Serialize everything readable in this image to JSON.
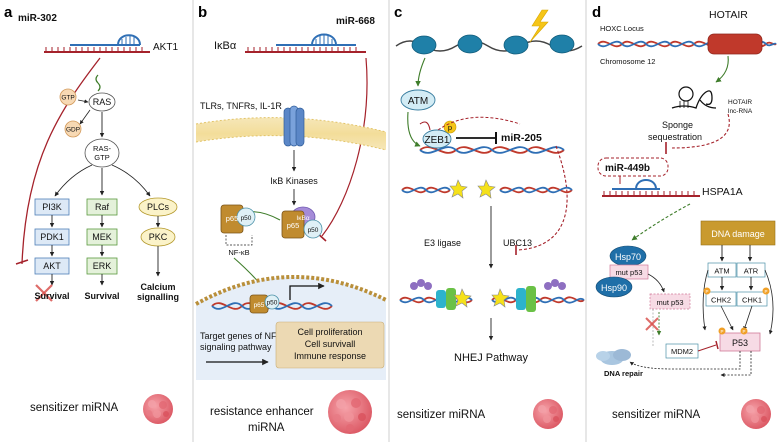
{
  "colors": {
    "dna_red": "#c0392b",
    "dna_blue": "#2f6fb5",
    "inhibit_red": "#a5222b",
    "activate_green": "#3f7d2b",
    "tumor_pink": "#e7707a",
    "hotair_red": "#c0392b",
    "dna_damage_gold": "#c99a2e"
  },
  "panels": [
    {
      "letter": "a",
      "footer": "sensitizer miRNA"
    },
    {
      "letter": "b",
      "footer_line1": "resistance enhancer",
      "footer_line2": "miRNA"
    },
    {
      "letter": "c",
      "footer": "sensitizer miRNA"
    },
    {
      "letter": "d",
      "footer": "sensitizer miRNA"
    }
  ],
  "panel_a": {
    "mirna": "miR-302",
    "target": "AKT1",
    "gtp": "GTP",
    "gdp": "GDP",
    "ras": "RAS",
    "ras_gtp_line1": "RAS-",
    "ras_gtp_line2": "GTP",
    "pi3k": "PI3K",
    "raf": "Raf",
    "plcs": "PLCs",
    "pdk1": "PDK1",
    "mek": "MEK",
    "pkc": "PKC",
    "akt": "AKT",
    "erk": "ERK",
    "survival_left": "Survival",
    "survival_mid": "Survival",
    "calcium_line1": "Calcium",
    "calcium_line2": "signalling"
  },
  "panel_b": {
    "ikba": "IκBα",
    "mirna": "miR-668",
    "receptors": "TLRs, TNFRs, IL-1R",
    "ikb_kinases": "IκB Kinases",
    "ikba_small": "IκBα",
    "p65": "p65",
    "p50": "p50",
    "nfkb": "NF-κB",
    "target_genes_line1": "Target genes of NF-κB",
    "target_genes_line2": "signaling pathway",
    "outcome_line1": "Cell proliferation",
    "outcome_line2": "Cell survivall",
    "outcome_line3": "Immune response"
  },
  "panel_c": {
    "atm": "ATM",
    "p": "p",
    "zeb1": "ZEB1",
    "mirna": "miR-205",
    "e3_ligase": "E3 ligase",
    "ubc13": "UBC13",
    "nhej": "NHEJ Pathway"
  },
  "panel_d": {
    "hoxc_locus": "HOXC Locus",
    "hotair": "HOTAIR",
    "chromosome": "Chromosome 12",
    "hotair_rna_line1": "HOTAIR",
    "hotair_rna_line2": "lnc-RNA",
    "sponge_line1": "Sponge",
    "sponge_line2": "sequestration",
    "mirna": "miR-449b",
    "hspa1a": "HSPA1A",
    "dna_damage": "DNA damage",
    "hsp70": "Hsp70",
    "mut_p53": "mut p53",
    "hsp90": "Hsp90",
    "atm": "ATM",
    "atr": "ATR",
    "mut_p53_2": "mut p53",
    "chk2": "CHK2",
    "chk1": "CHK1",
    "p": "P",
    "mdm2": "MDM2",
    "p53": "P53",
    "dna_repair": "DNA repair"
  }
}
